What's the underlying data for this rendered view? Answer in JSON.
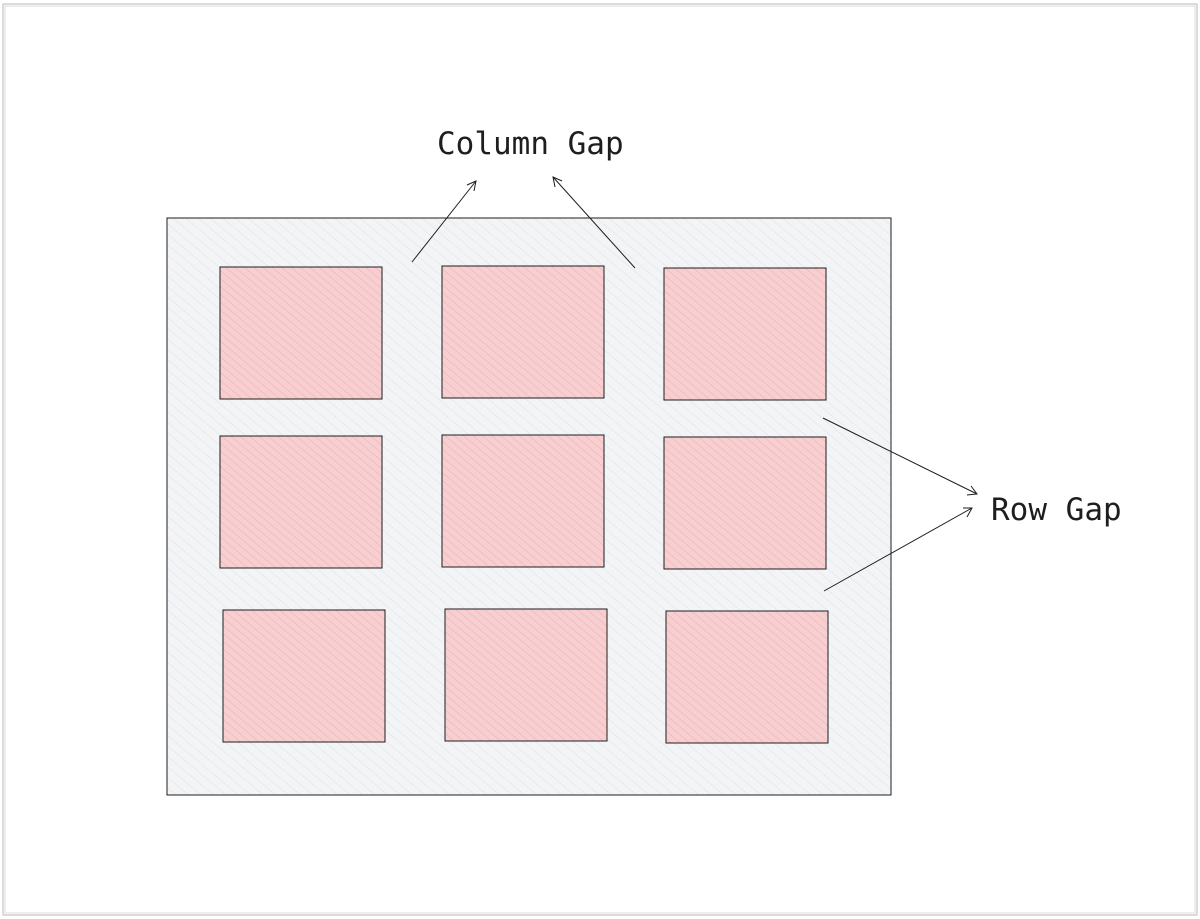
{
  "labels": {
    "column_gap": "Column Gap",
    "row_gap": "Row Gap"
  },
  "grid": {
    "rows": 3,
    "columns": 3
  },
  "colors": {
    "container_fill": "#f1f3f5",
    "cell_fill": "#ffc9c9",
    "stroke": "#1e1e1e"
  }
}
